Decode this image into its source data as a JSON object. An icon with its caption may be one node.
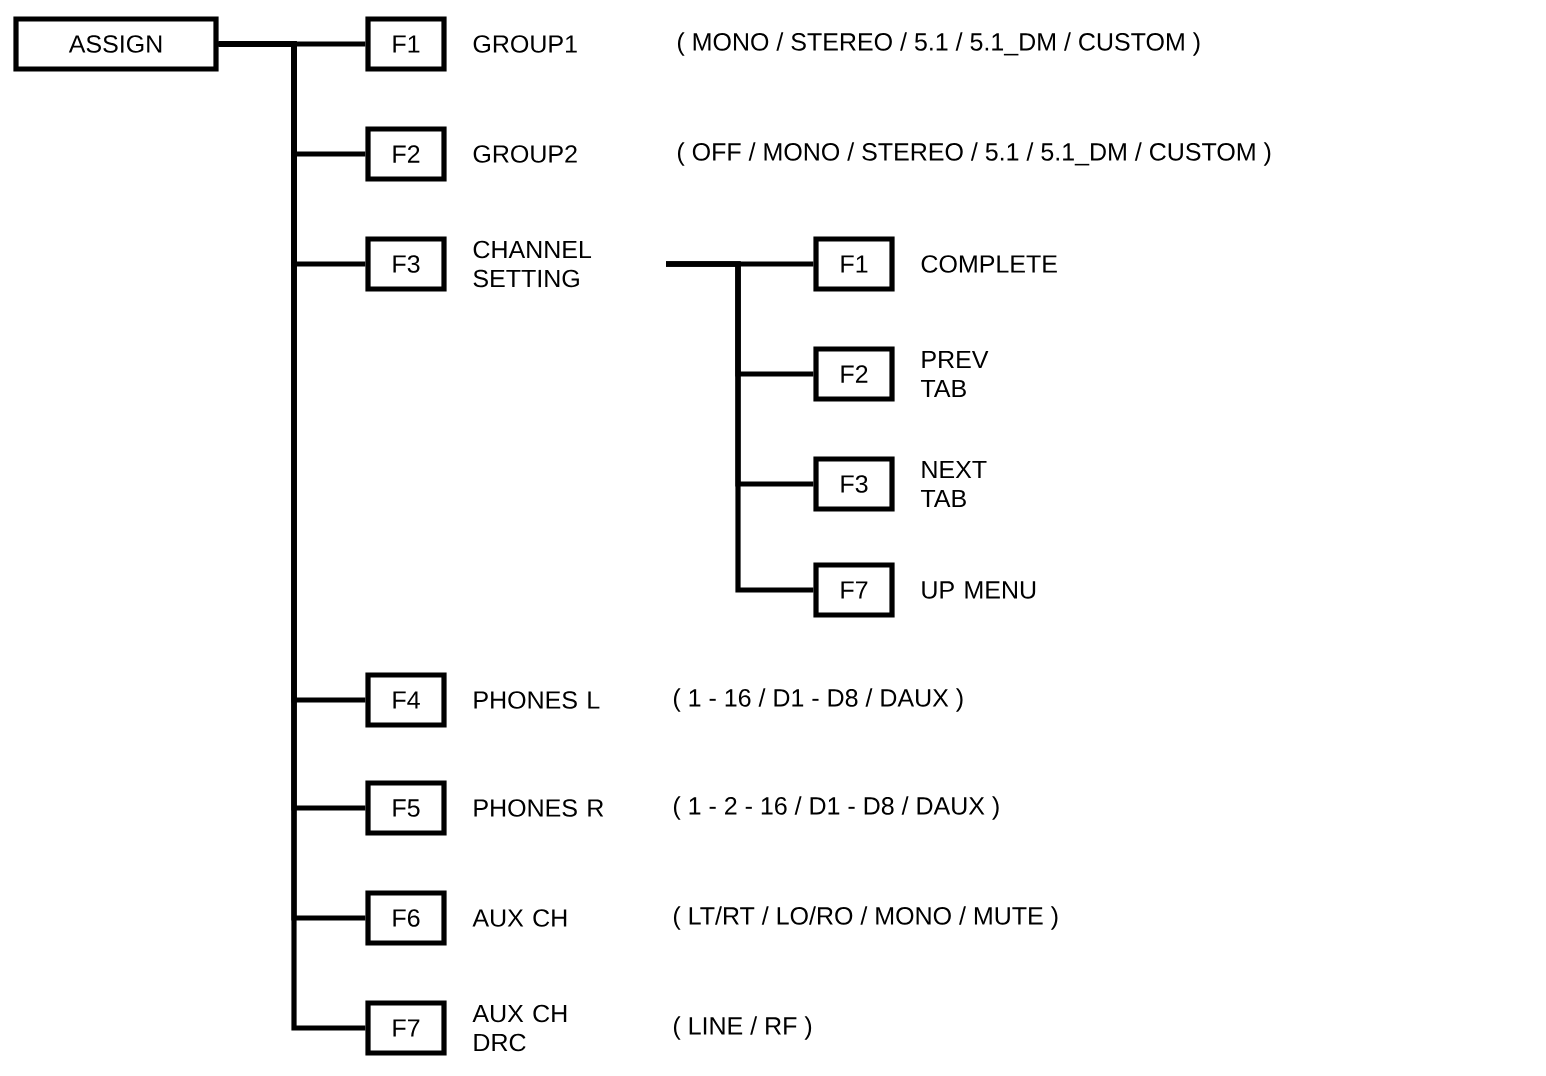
{
  "diagram": {
    "nodes": [
      {
        "text": [
          "ASSIGN"
        ]
      },
      {
        "text": [
          "F1"
        ],
        "beside": [
          "GROUP1"
        ]
      },
      {
        "text": [
          "F2"
        ],
        "beside": [
          "GROUP2"
        ]
      },
      {
        "text": [
          "F3"
        ],
        "beside": [
          "CHANNEL SETTING"
        ]
      },
      {
        "text": [
          "F1"
        ],
        "beside": [
          "COMPLETE"
        ]
      },
      {
        "text": [
          "F2"
        ],
        "beside": [
          "PREV TAB"
        ]
      },
      {
        "text": [
          "F3"
        ],
        "beside": [
          "NEXT TAB"
        ]
      },
      {
        "text": [
          "F7"
        ],
        "beside": [
          "UP MENU"
        ]
      },
      {
        "text": [
          "F4"
        ],
        "beside": [
          "PHONES L"
        ]
      },
      {
        "text": [
          "F5"
        ],
        "beside": [
          "PHONES R"
        ]
      },
      {
        "text": [
          "F6"
        ],
        "beside": [
          "AUX CH"
        ]
      },
      {
        "text": [
          "F7"
        ],
        "beside": [
          "AUX CH DRC"
        ]
      }
    ],
    "edges": [
      {
        "from": 0,
        "to": 1,
        "arrow": "none"
      },
      {
        "from": 0,
        "to": 2,
        "arrow": "none"
      },
      {
        "from": 0,
        "to": 3,
        "arrow": "none"
      },
      {
        "from": 0,
        "to": 8,
        "arrow": "none"
      },
      {
        "from": 0,
        "to": 9,
        "arrow": "none"
      },
      {
        "from": 0,
        "to": 10,
        "arrow": "none"
      },
      {
        "from": 0,
        "to": 11,
        "arrow": "none"
      },
      {
        "from": 3,
        "to": 4,
        "arrow": "none"
      },
      {
        "from": 3,
        "to": 5,
        "arrow": "none"
      },
      {
        "from": 3,
        "to": 6,
        "arrow": "none"
      },
      {
        "from": 3,
        "to": 7,
        "arrow": "none"
      }
    ],
    "labels": [
      "( MONO / STEREO / 5.1 / 5.1_DM / CUSTOM )",
      "( OFF / MONO / STEREO / 5.1 / 5.1_DM / CUSTOM )",
      "( 1 - 16 / D1 - D8 / DAUX )",
      "( 1 - 2 - 16 / D1 - D8 / DAUX )",
      "( LT/RT / LO/RO / MONO / MUTE )",
      "( LINE / RF )"
    ]
  }
}
